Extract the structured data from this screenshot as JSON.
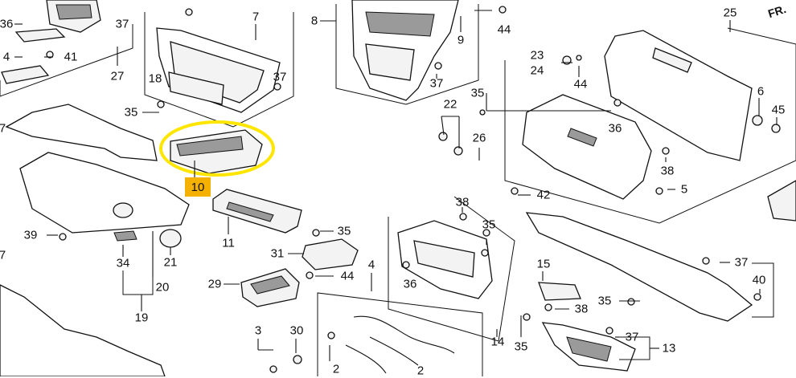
{
  "highlight": {
    "label": "10",
    "outline_color": "#ffe600",
    "label_bg_color": "#f5b100"
  },
  "corner_text": "FR.",
  "part_labels": [
    {
      "id": "36-topleft",
      "text": "36"
    },
    {
      "id": "37-topleft",
      "text": "37"
    },
    {
      "id": "4-left",
      "text": "4"
    },
    {
      "id": "41",
      "text": "41"
    },
    {
      "id": "27",
      "text": "27"
    },
    {
      "id": "7-top",
      "text": "7"
    },
    {
      "id": "18",
      "text": "18"
    },
    {
      "id": "37-vent",
      "text": "37"
    },
    {
      "id": "35-left",
      "text": "35"
    },
    {
      "id": "7-left",
      "text": "7"
    },
    {
      "id": "8",
      "text": "8"
    },
    {
      "id": "9",
      "text": "9"
    },
    {
      "id": "37-mid",
      "text": "37"
    },
    {
      "id": "44-top",
      "text": "44"
    },
    {
      "id": "25",
      "text": "25"
    },
    {
      "id": "23",
      "text": "23"
    },
    {
      "id": "24",
      "text": "24"
    },
    {
      "id": "44-mid",
      "text": "44"
    },
    {
      "id": "35-topright",
      "text": "35"
    },
    {
      "id": "22",
      "text": "22"
    },
    {
      "id": "36-right",
      "text": "36"
    },
    {
      "id": "6",
      "text": "6"
    },
    {
      "id": "45",
      "text": "45"
    },
    {
      "id": "26",
      "text": "26"
    },
    {
      "id": "38-right",
      "text": "38"
    },
    {
      "id": "5",
      "text": "5"
    },
    {
      "id": "42",
      "text": "42"
    },
    {
      "id": "39",
      "text": "39"
    },
    {
      "id": "11",
      "text": "11"
    },
    {
      "id": "35-mid",
      "text": "35"
    },
    {
      "id": "38-box",
      "text": "38"
    },
    {
      "id": "35-box",
      "text": "35"
    },
    {
      "id": "34",
      "text": "34"
    },
    {
      "id": "21",
      "text": "21"
    },
    {
      "id": "20",
      "text": "20"
    },
    {
      "id": "31",
      "text": "31"
    },
    {
      "id": "44-low",
      "text": "44"
    },
    {
      "id": "4-mid",
      "text": "4"
    },
    {
      "id": "36-box",
      "text": "36"
    },
    {
      "id": "15",
      "text": "15"
    },
    {
      "id": "37-right",
      "text": "37"
    },
    {
      "id": "29",
      "text": "29"
    },
    {
      "id": "7-bottomleft",
      "text": "7"
    },
    {
      "id": "40",
      "text": "40"
    },
    {
      "id": "35-right",
      "text": "35"
    },
    {
      "id": "38-low",
      "text": "38"
    },
    {
      "id": "19",
      "text": "19"
    },
    {
      "id": "3",
      "text": "3"
    },
    {
      "id": "30",
      "text": "30"
    },
    {
      "id": "37-bottomright",
      "text": "37"
    },
    {
      "id": "13",
      "text": "13"
    },
    {
      "id": "14",
      "text": "14"
    },
    {
      "id": "35-bottom",
      "text": "35"
    },
    {
      "id": "2-left",
      "text": "2"
    },
    {
      "id": "2-right",
      "text": "2"
    }
  ]
}
